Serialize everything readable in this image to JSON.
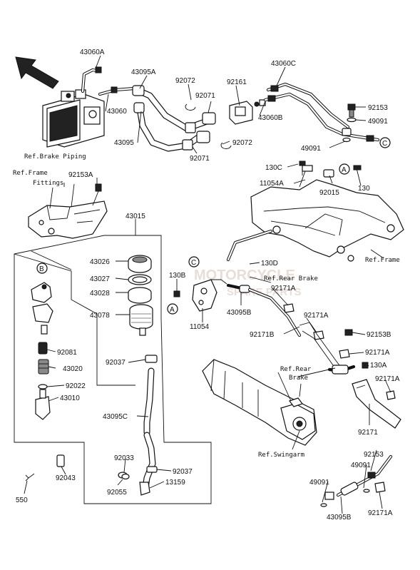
{
  "diagram": {
    "part_labels": {
      "p43060A": "43060A",
      "p43095A": "43095A",
      "p92072a": "92072",
      "p92071a": "92071",
      "p92161": "92161",
      "p43060C": "43060C",
      "p43060": "43060",
      "p43060B": "43060B",
      "p92153": "92153",
      "p49091a": "49091",
      "p43095": "43095",
      "p92071b": "92071",
      "p92072b": "92072",
      "p49091b": "49091",
      "p92153A": "92153A",
      "p130C": "130C",
      "p11054A": "11054A",
      "p92015": "92015",
      "p130a": "130",
      "p43015": "43015",
      "p43026": "43026",
      "p43027": "43027",
      "p43028": "43028",
      "p130B": "130B",
      "p43078": "43078",
      "p11054": "11054",
      "p130D": "130D",
      "p92171Aa": "92171A",
      "p43095B": "43095B",
      "p92171Ab": "92171A",
      "p92171B": "92171B",
      "p92153B": "92153B",
      "p92081": "92081",
      "p43020": "43020",
      "p92022": "92022",
      "p43010": "43010",
      "p92037a": "92037",
      "p92171Ac": "92171A",
      "p130A": "130A",
      "p92171Ad": "92171A",
      "p43095C": "43095C",
      "p92171": "92171",
      "p92033": "92033",
      "p92037b": "92037",
      "p92055": "92055",
      "p13159": "13159",
      "p92043": "92043",
      "p550": "550",
      "p92153c": "92153",
      "p49091c": "49091",
      "p49091d": "49091",
      "p43095Bb": "43095B",
      "p92171Ae": "92171A"
    },
    "ref_labels": {
      "brake_piping": "Ref.Brake Piping",
      "frame_fittings_1": "Ref.Frame",
      "frame_fittings_2": "Fittings",
      "frame": "Ref.Frame",
      "rear_brake_a": "Ref.Rear Brake",
      "rear_brake_b1": "Ref.Rear",
      "rear_brake_b2": "Brake",
      "swingarm": "Ref.Swingarm"
    },
    "callouts": {
      "a": "A",
      "b": "B",
      "c": "C"
    },
    "watermark_1": "MOTORCYCLE",
    "watermark_2": "SPARE PARTS"
  }
}
